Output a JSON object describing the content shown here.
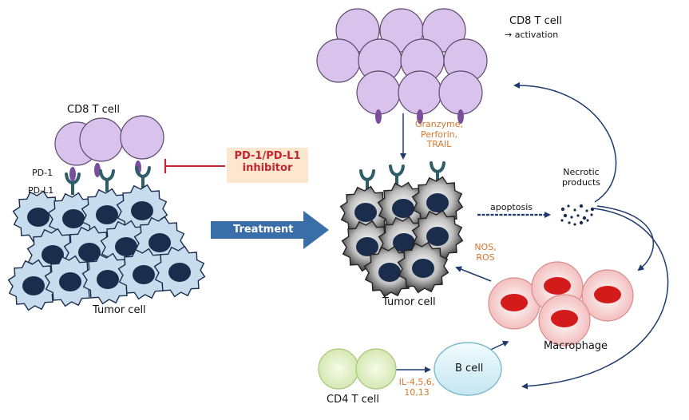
{
  "labels": {
    "cd8_left": "CD8 T cell",
    "pd1": "PD-1",
    "pdl1": "PD-L1",
    "tumor_left": "Tumor cell",
    "treatment": "Treatment",
    "inhibitor": "PD-1/PD-L1\ninhibitor",
    "cd8_right": "CD8 T cell",
    "activation": "→ activation",
    "granzyme": "Granzyme,\nPerforin,\nTRAIL",
    "necrotic": "Necrotic\nproducts",
    "apoptosis": "apoptosis",
    "nos_ros": "NOS,\nROS",
    "tumor_right": "Tumor cell",
    "macrophage": "Macrophage",
    "b_cell": "B cell",
    "il": "IL-4,5,6,\n10,13",
    "cd4": "CD4 T cell"
  },
  "colors": {
    "tcell_fill": "#d9c2ec",
    "tumor_fill": "#c7dced",
    "nucleus": "#1b2d4c",
    "receptor": "#2e5e68",
    "ligand": "#7a4e9a",
    "arrow": "#1f3a6e",
    "inhibitor_red": "#c1272d",
    "inhibitor_bg": "#fce6d0",
    "treatment_arrow": "#3a6ea8",
    "macrophage_fill": "#f5c9c9",
    "macrophage_nucleus": "#d31b1b",
    "bcell_fill": "#dbf0f6",
    "cd4_fill": "#e4efc9"
  }
}
